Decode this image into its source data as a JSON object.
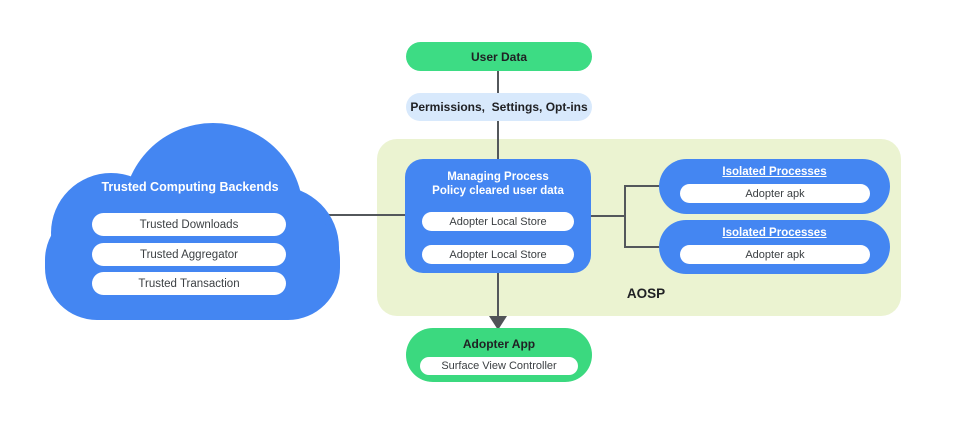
{
  "top_flow": {
    "user_data_label": "User Data",
    "permissions_label": "Permissions,  Settings, Opt-ins"
  },
  "cloud": {
    "title": "Trusted Computing Backends",
    "items": [
      "Trusted Downloads",
      "Trusted Aggregator",
      "Trusted Transaction"
    ]
  },
  "aosp": {
    "label": "AOSP",
    "managing_process": {
      "title_line1": "Managing Process",
      "title_line2": "Policy cleared user data",
      "stores": [
        "Adopter Local Store",
        "Adopter Local Store"
      ]
    },
    "isolated_processes": [
      {
        "title": "Isolated Processes",
        "item": "Adopter apk"
      },
      {
        "title": "Isolated Processes",
        "item": "Adopter apk"
      }
    ]
  },
  "adopter_app": {
    "title": "Adopter App",
    "item": "Surface View Controller"
  },
  "colors": {
    "blue": "#4486f2",
    "green": "#3ddc84",
    "adopter_green": "#3bd97f",
    "light_blue": "#d8e9fc",
    "aosp_background": "#ebf3d1",
    "connector": "#53575b",
    "dark_text": "#202124",
    "pill_text": "#3c4043"
  }
}
